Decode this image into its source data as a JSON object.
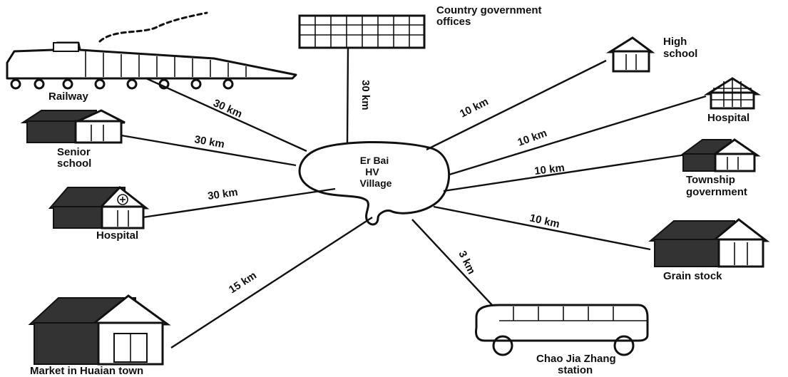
{
  "center": {
    "lines": [
      "Er Bai",
      "HV",
      "Village"
    ]
  },
  "destinations": {
    "country_gov": {
      "label_lines": [
        "Country government",
        "offices"
      ],
      "distance": "30 km"
    },
    "high_school": {
      "label_lines": [
        "High",
        "school"
      ],
      "distance": "10 km"
    },
    "hospital_right": {
      "label_lines": [
        "Hospital"
      ],
      "distance": "10 km"
    },
    "township_gov": {
      "label_lines": [
        "Township",
        "government"
      ],
      "distance": "10 km"
    },
    "grain_stock": {
      "label_lines": [
        "Grain stock"
      ],
      "distance": "10 km"
    },
    "bus_station": {
      "label_lines": [
        "Chao Jia Zhang",
        "station"
      ],
      "distance": "3 km"
    },
    "market": {
      "label_lines": [
        "Market in Huaian town"
      ],
      "distance": "15 km"
    },
    "hospital_left": {
      "label_lines": [
        "Hospital"
      ],
      "distance": "30 km"
    },
    "senior_school": {
      "label_lines": [
        "Senior",
        "school"
      ],
      "distance": "30 km"
    },
    "railway": {
      "label_lines": [
        "Railway"
      ],
      "distance": "30 km"
    }
  }
}
